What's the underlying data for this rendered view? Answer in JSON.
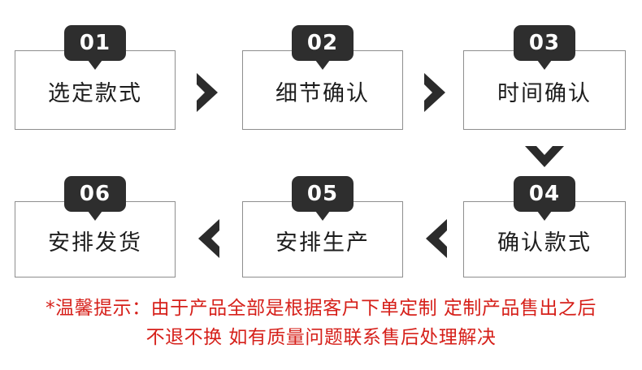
{
  "diagram": {
    "type": "process-flow",
    "direction": "serpentine-left-to-right-then-right-to-left",
    "steps": [
      {
        "number": "01",
        "label": "选定款式"
      },
      {
        "number": "02",
        "label": "细节确认"
      },
      {
        "number": "03",
        "label": "时间确认"
      },
      {
        "number": "04",
        "label": "确认款式"
      },
      {
        "number": "05",
        "label": "安排生产"
      },
      {
        "number": "06",
        "label": "安排发货"
      }
    ],
    "connectors": [
      {
        "id": "c1",
        "icon": "chevron-right-icon",
        "from": "01",
        "to": "02"
      },
      {
        "id": "c2",
        "icon": "chevron-right-icon",
        "from": "02",
        "to": "03"
      },
      {
        "id": "c3",
        "icon": "chevron-down-icon",
        "from": "03",
        "to": "04"
      },
      {
        "id": "c4",
        "icon": "chevron-left-icon",
        "from": "04",
        "to": "05"
      },
      {
        "id": "c5",
        "icon": "chevron-left-icon",
        "from": "05",
        "to": "06"
      }
    ]
  },
  "note": {
    "line1": "*温馨提示：由于产品全部是根据客户下单定制  定制产品售出之后",
    "line2": "不退不换  如有质量问题联系售后处理解决"
  },
  "colors": {
    "badge_bg": "#2e2e2e",
    "badge_text": "#ffffff",
    "box_border": "#8e8e8e",
    "box_text": "#1d1d1d",
    "arrow": "#2b2b2b",
    "note_text": "#d6201a",
    "background": "#ffffff"
  }
}
